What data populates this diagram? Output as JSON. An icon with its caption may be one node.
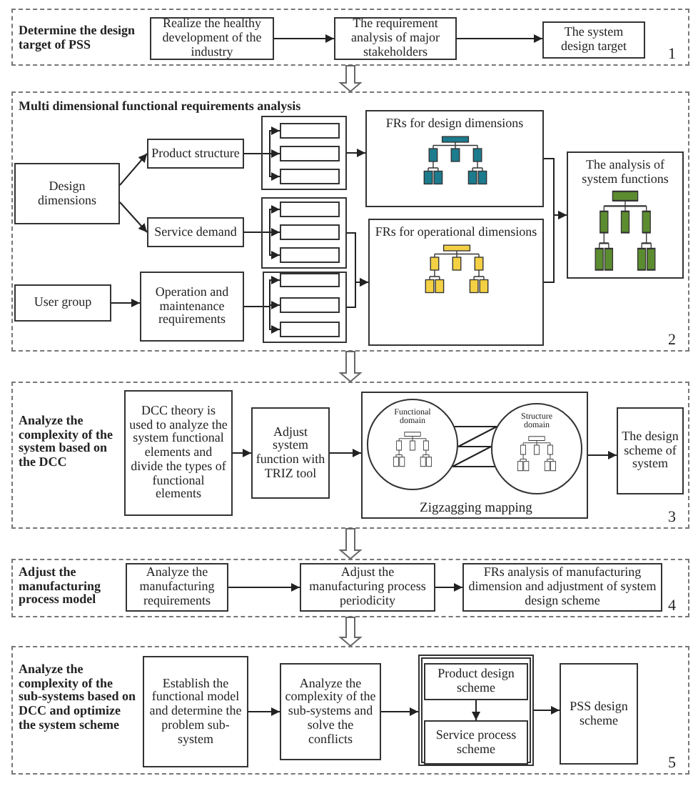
{
  "diagram": {
    "nodes": [
      {
        "text": [
          "Determine the design target of PSS",
          "1"
        ]
      },
      {
        "text": [
          "Realize the healthy development of the industry"
        ],
        "in": 0
      },
      {
        "text": [
          "The requirement analysis of major stakeholders"
        ],
        "in": 0
      },
      {
        "text": [
          "The system design target"
        ],
        "in": 0
      },
      {
        "text": [
          "Multi dimensional functional requirements analysis",
          "2"
        ]
      },
      {
        "text": [
          "Design dimensions"
        ],
        "in": 4
      },
      {
        "text": [
          "Product structure"
        ],
        "in": 4
      },
      {
        "text": [
          "Service demand"
        ],
        "in": 4
      },
      {
        "text": [
          "User group"
        ],
        "in": 4
      },
      {
        "text": [
          "Operation and maintenance requirements"
        ],
        "in": 4
      },
      {
        "text": [],
        "shape": "box",
        "in": 4
      },
      {
        "text": [],
        "shape": "box",
        "in": 10
      },
      {
        "text": [],
        "shape": "box",
        "in": 10
      },
      {
        "text": [],
        "shape": "box",
        "in": 10
      },
      {
        "text": [],
        "shape": "box",
        "in": 4
      },
      {
        "text": [],
        "shape": "box",
        "in": 14
      },
      {
        "text": [],
        "shape": "box",
        "in": 14
      },
      {
        "text": [],
        "shape": "box",
        "in": 14
      },
      {
        "text": [],
        "shape": "box",
        "in": 4
      },
      {
        "text": [],
        "shape": "box",
        "in": 18
      },
      {
        "text": [],
        "shape": "box",
        "in": 18
      },
      {
        "text": [],
        "shape": "box",
        "in": 18
      },
      {
        "text": [
          "FRs for design dimensions"
        ],
        "in": 4
      },
      {
        "text": [
          "FRs for operational dimensions"
        ],
        "in": 4
      },
      {
        "text": [
          "The analysis of system functions"
        ],
        "in": 4
      },
      {
        "text": [
          "Analyze the complexity of the system based on the DCC",
          "3"
        ]
      },
      {
        "text": [
          "DCC theory is used to analyze the system functional elements and divide the types of functional elements"
        ],
        "in": 25
      },
      {
        "text": [
          "Adjust system function with TRIZ tool"
        ],
        "in": 25
      },
      {
        "text": [
          "Zigzagging mapping"
        ],
        "in": 25
      },
      {
        "text": [
          "Functional domain"
        ],
        "in": 28
      },
      {
        "text": [
          "Structure domain"
        ],
        "in": 28
      },
      {
        "text": [
          "The design scheme of system"
        ],
        "in": 25
      },
      {
        "text": [
          "Adjust the manufacturing process model",
          "4"
        ]
      },
      {
        "text": [
          "Analyze the manufacturing requirements"
        ],
        "in": 32
      },
      {
        "text": [
          "Adjust the manufacturing process periodicity"
        ],
        "in": 32
      },
      {
        "text": [
          "FRs analysis of manufacturing dimension and adjustment of system design scheme"
        ],
        "in": 32
      },
      {
        "text": [
          "Analyze the complexity of the sub-systems based on DCC and optimize the system scheme",
          "5"
        ]
      },
      {
        "text": [
          "Establish the functional model and determine the problem sub-system"
        ],
        "in": 36
      },
      {
        "text": [
          "Analyze the complexity of the sub-systems and solve the conflicts"
        ],
        "in": 36
      },
      {
        "text": [],
        "shape": "box",
        "in": 36
      },
      {
        "text": [
          "Product design scheme"
        ],
        "in": 39
      },
      {
        "text": [
          "Service process scheme"
        ],
        "in": 39
      },
      {
        "text": [
          "PSS design scheme"
        ],
        "in": 36
      }
    ],
    "edges": [
      {
        "from": 1,
        "to": 2,
        "arrow": "to"
      },
      {
        "from": 2,
        "to": 3,
        "arrow": "to"
      },
      {
        "from": 0,
        "to": 4,
        "arrow": "to",
        "style": "thick"
      },
      {
        "from": 5,
        "to": 6,
        "arrow": "to"
      },
      {
        "from": 5,
        "to": 7,
        "arrow": "to"
      },
      {
        "from": 8,
        "to": 9,
        "arrow": "to"
      },
      {
        "from": 6,
        "to": 11,
        "arrow": "to"
      },
      {
        "from": 6,
        "to": 12,
        "arrow": "to"
      },
      {
        "from": 6,
        "to": 13,
        "arrow": "to"
      },
      {
        "from": 7,
        "to": 15,
        "arrow": "to"
      },
      {
        "from": 7,
        "to": 16,
        "arrow": "to"
      },
      {
        "from": 7,
        "to": 17,
        "arrow": "to"
      },
      {
        "from": 9,
        "to": 19,
        "arrow": "to"
      },
      {
        "from": 9,
        "to": 20,
        "arrow": "to"
      },
      {
        "from": 9,
        "to": 21,
        "arrow": "to"
      },
      {
        "from": 10,
        "to": 22,
        "arrow": "to"
      },
      {
        "from": 14,
        "to": 23,
        "arrow": "to"
      },
      {
        "from": 18,
        "to": 23,
        "arrow": "to"
      },
      {
        "from": 22,
        "to": 24,
        "arrow": "to"
      },
      {
        "from": 23,
        "to": 24,
        "arrow": "to"
      },
      {
        "from": 4,
        "to": 25,
        "arrow": "to",
        "style": "thick"
      },
      {
        "from": 26,
        "to": 27,
        "arrow": "to"
      },
      {
        "from": 27,
        "to": 28,
        "arrow": "to"
      },
      {
        "from": 29,
        "to": 30,
        "arrow": "none"
      },
      {
        "from": 28,
        "to": 31,
        "arrow": "to"
      },
      {
        "from": 25,
        "to": 32,
        "arrow": "to",
        "style": "thick"
      },
      {
        "from": 33,
        "to": 34,
        "arrow": "to"
      },
      {
        "from": 34,
        "to": 35,
        "arrow": "to"
      },
      {
        "from": 32,
        "to": 36,
        "arrow": "to",
        "style": "thick"
      },
      {
        "from": 37,
        "to": 38,
        "arrow": "to"
      },
      {
        "from": 38,
        "to": 39,
        "arrow": "to"
      },
      {
        "from": 40,
        "to": 41,
        "arrow": "to"
      },
      {
        "from": 39,
        "to": 42,
        "arrow": "to"
      }
    ]
  }
}
